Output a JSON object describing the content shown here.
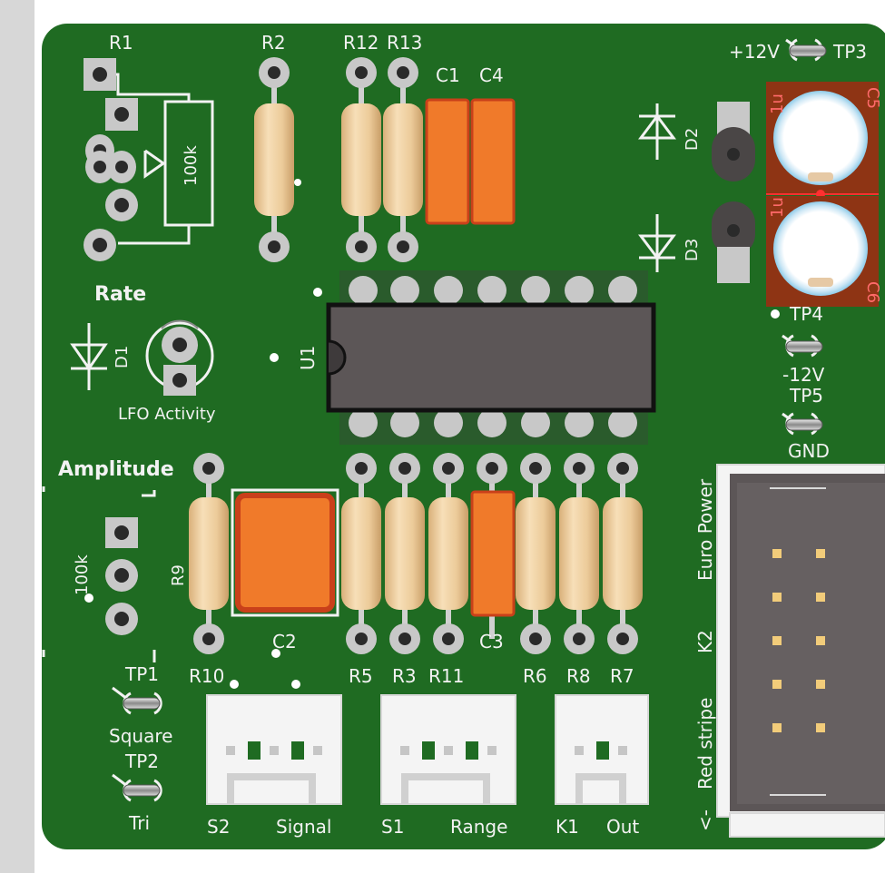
{
  "board": {
    "colors": {
      "pcb": "#1f6b22",
      "silk": "#f2f2f2",
      "copper": "#c8c8c8",
      "hole": "#2a2a2a",
      "resistor": "#eeca98",
      "capacitor": "#f07a2a",
      "elcap": "#8e3414",
      "ic": "#5c5657",
      "sidebar": "#d7d7d7"
    }
  },
  "labels": {
    "r1": "R1",
    "r2": "R2",
    "r12": "R12",
    "r13": "R13",
    "c1": "C1",
    "c4": "C4",
    "pot_value_top": "100k",
    "rate": "Rate",
    "d1": "D1",
    "lfo_activity": "LFO Activity",
    "u1": "U1",
    "d2": "D2",
    "d3": "D3",
    "tp3_voltage": "+12V",
    "tp3": "TP3",
    "c5_value": "1u",
    "c5": "C5",
    "c6_value": "1u",
    "c6": "C6",
    "tp4": "TP4",
    "minus12v": "-12V",
    "tp5": "TP5",
    "gnd": "GND",
    "amplitude": "Amplitude",
    "pot_value_bottom": "100k",
    "r9": "R9",
    "c2": "C2",
    "r10": "R10",
    "r5": "R5",
    "r3": "R3",
    "r11": "R11",
    "c3": "C3",
    "r6": "R6",
    "r8": "R8",
    "r7": "R7",
    "tp1": "TP1",
    "square": "Square",
    "tp2": "TP2",
    "tri": "Tri",
    "s2": "S2",
    "signal": "Signal",
    "s1": "S1",
    "range": "Range",
    "k1": "K1",
    "out": "Out",
    "euro_power": "Euro Power",
    "k2": "K2",
    "red_stripe": "Red stripe",
    "arrow": "<-"
  }
}
